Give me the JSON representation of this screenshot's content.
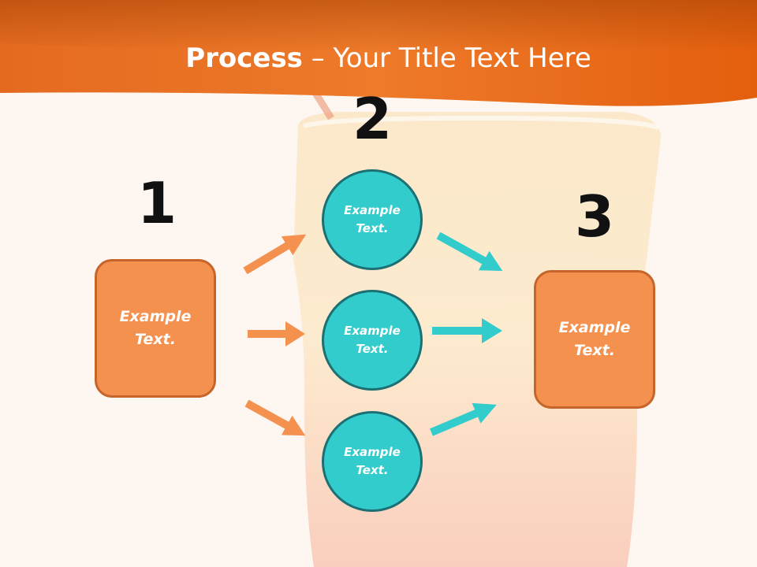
{
  "title": {
    "bold": "Process",
    "rest": " – Your Title Text Here"
  },
  "steps": {
    "one": "1",
    "two": "2",
    "three": "3"
  },
  "boxes": {
    "left": {
      "line1": "Example",
      "line2": "Text."
    },
    "right": {
      "line1": "Example",
      "line2": "Text."
    }
  },
  "circles": [
    {
      "line1": "Example",
      "line2": "Text."
    },
    {
      "line1": "Example",
      "line2": "Text."
    },
    {
      "line1": "Example",
      "line2": "Text."
    }
  ],
  "colors": {
    "header": "#e8640f",
    "box": "#f4914f",
    "circle": "#33cccc",
    "orange_arrow": "#f4914f",
    "teal_arrow": "#33cccc"
  }
}
